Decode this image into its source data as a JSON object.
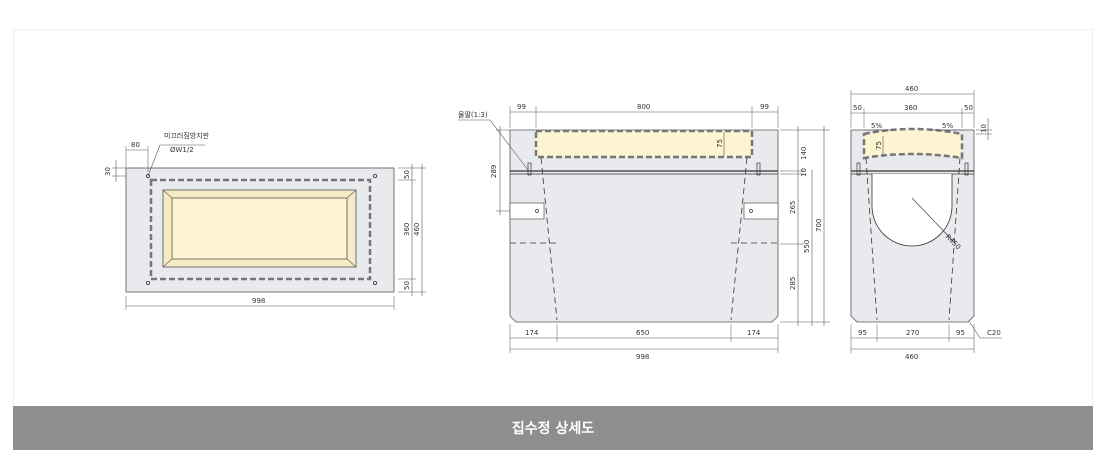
{
  "caption": "집수정 상세도",
  "colors": {
    "body_fill": "#e8eaee",
    "cover_fill": "#fdf4d2",
    "outline": "#555555",
    "caption_bg": "#8e8e8e"
  },
  "plan_view": {
    "label_title": "미끄러짐방지판",
    "label_sub": "ØW1/2",
    "dim_top_offset": "80",
    "dim_left_offset": "30",
    "dim_width": "998",
    "dim_right_top": "50",
    "dim_right_mid": "360",
    "dim_right_bottom": "50",
    "dim_right_total": "460"
  },
  "front_view": {
    "label_slope": "물딸(1:3)",
    "dim_top_left": "99",
    "dim_top_mid": "800",
    "dim_top_right": "99",
    "dim_left": "289",
    "dim_cover_depth": "75",
    "dim_r_140": "140",
    "dim_r_10": "10",
    "dim_r_265": "265",
    "dim_r_285": "285",
    "dim_r_550": "550",
    "dim_r_700": "700",
    "dim_bot_left": "174",
    "dim_bot_mid": "650",
    "dim_bot_right": "174",
    "dim_bot_total": "998"
  },
  "side_view": {
    "dim_top_total": "460",
    "dim_top_left": "50",
    "dim_top_mid": "360",
    "dim_top_right": "50",
    "slope_left": "5%",
    "slope_right": "5%",
    "dim_cover_depth": "75",
    "dim_small": "10",
    "radius": "R450",
    "dim_bot_left": "95",
    "dim_bot_mid": "270",
    "dim_bot_right": "95",
    "dim_bot_total": "460",
    "chamfer": "C20"
  }
}
